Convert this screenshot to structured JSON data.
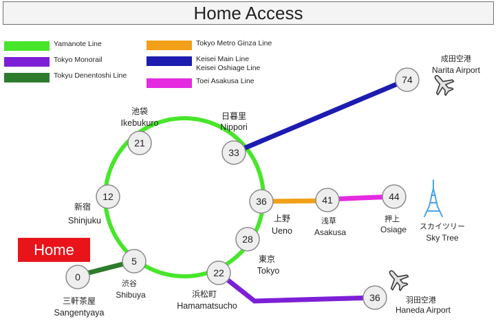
{
  "title": "Home Access",
  "legend": [
    {
      "id": "yamanote",
      "label": "Yamanote Line",
      "color": "#47e62a"
    },
    {
      "id": "monorail",
      "label": "Tokyo Monorail",
      "color": "#7d1fd6"
    },
    {
      "id": "denentoshi",
      "label": "Tokyu Denentoshi Line",
      "color": "#2d7b2d"
    },
    {
      "id": "ginza",
      "label": "Tokyo Metro Ginza Line",
      "color": "#f2a018"
    },
    {
      "id": "keisei",
      "label": "Keisei Main Line",
      "label2": "Keisei Oshiage Line",
      "color": "#1c1cb0"
    },
    {
      "id": "asakusa",
      "label": "Toei Asakusa Line",
      "color": "#e52ae0"
    }
  ],
  "home_label": "Home",
  "stations": [
    {
      "id": "ikebukuro",
      "minutes": "21",
      "jp": "池袋",
      "en": "Ikebukuro"
    },
    {
      "id": "nippori",
      "minutes": "33",
      "jp": "日暮里",
      "en": "Nippori"
    },
    {
      "id": "shinjuku",
      "minutes": "12",
      "jp": "新宿",
      "en": "Shinjuku"
    },
    {
      "id": "ueno",
      "minutes": "36",
      "jp": "上野",
      "en": "Ueno"
    },
    {
      "id": "tokyo",
      "minutes": "28",
      "jp": "東京",
      "en": "Tokyo"
    },
    {
      "id": "hamamatsucho",
      "minutes": "22",
      "jp": "浜松町",
      "en": "Hamamatsucho"
    },
    {
      "id": "shibuya",
      "minutes": "5",
      "jp": "渋谷",
      "en": "Shibuya"
    },
    {
      "id": "sangenjaya",
      "minutes": "0",
      "jp": "三軒茶屋",
      "en": "Sangentyaya"
    },
    {
      "id": "asakusa",
      "minutes": "41",
      "jp": "浅草",
      "en": "Asakusa"
    },
    {
      "id": "oshiage",
      "minutes": "44",
      "jp": "押上",
      "en": "Osiage"
    },
    {
      "id": "narita",
      "minutes": "74",
      "jp": "成田空港",
      "en": "Narita Airport"
    },
    {
      "id": "haneda",
      "minutes": "36",
      "jp": "羽田空港",
      "en": "Haneda Airport"
    }
  ],
  "landmarks": {
    "skytree_jp": "スカイツリー",
    "skytree_en": "Sky Tree"
  },
  "icons": [
    "airplane-icon",
    "tower-icon"
  ]
}
